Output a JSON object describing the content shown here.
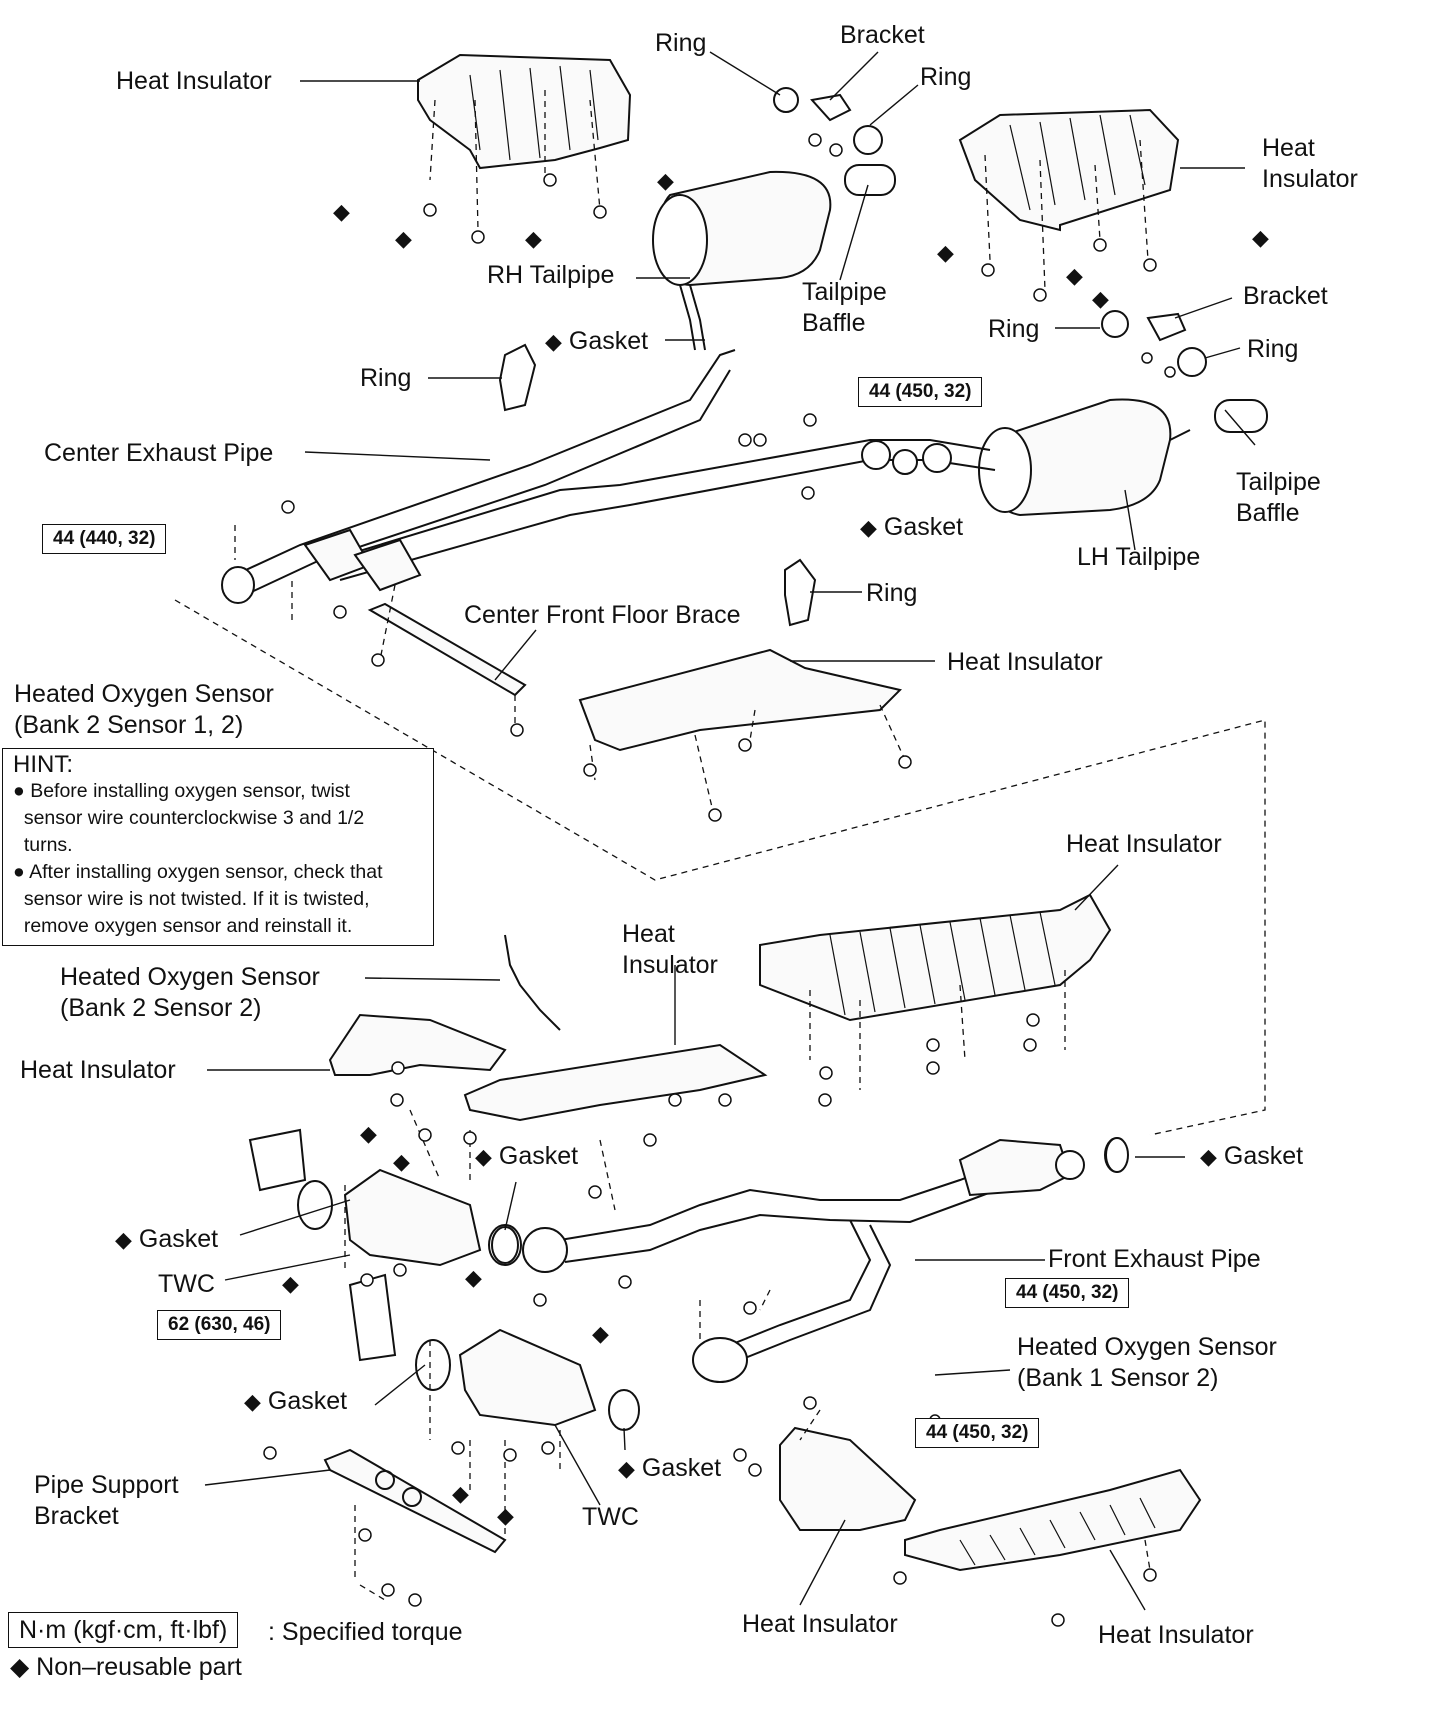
{
  "labels": {
    "ring_top": "Ring",
    "bracket_top": "Bracket",
    "ring_top2": "Ring",
    "heat_insulator_tl": "Heat Insulator",
    "heat_insulator_tr_l1": "Heat",
    "heat_insulator_tr_l2": "Insulator",
    "rh_tailpipe": "RH Tailpipe",
    "tailpipe_baffle_top_l1": "Tailpipe",
    "tailpipe_baffle_top_l2": "Baffle",
    "gasket_upper": "Gasket",
    "ring_left": "Ring",
    "bracket_right": "Bracket",
    "ring_right1": "Ring",
    "ring_right2": "Ring",
    "center_exhaust_pipe": "Center Exhaust Pipe",
    "gasket_middle": "Gasket",
    "tailpipe_baffle_right_l1": "Tailpipe",
    "tailpipe_baffle_right_l2": "Baffle",
    "lh_tailpipe": "LH Tailpipe",
    "ring_middle": "Ring",
    "center_front_floor_brace": "Center Front Floor Brace",
    "heat_insulator_mid": "Heat Insulator",
    "heated_o2_bank2_s12_l1": "Heated Oxygen Sensor",
    "heated_o2_bank2_s12_l2": "(Bank 2 Sensor 1, 2)",
    "heat_insulator_big": "Heat Insulator",
    "heat_insulator_center_l1": "Heat",
    "heat_insulator_center_l2": "Insulator",
    "heated_o2_bank2_s2_l1": "Heated Oxygen Sensor",
    "heated_o2_bank2_s2_l2": "(Bank 2 Sensor 2)",
    "heat_insulator_left": "Heat Insulator",
    "gasket_center": "Gasket",
    "gasket_right": "Gasket",
    "gasket_left": "Gasket",
    "front_exhaust_pipe": "Front Exhaust Pipe",
    "twc_upper": "TWC",
    "heated_o2_bank1_s2_l1": "Heated Oxygen Sensor",
    "heated_o2_bank1_s2_l2": "(Bank 1 Sensor 2)",
    "gasket_lower_left": "Gasket",
    "gasket_lower": "Gasket",
    "pipe_support_bracket_l1": "Pipe Support",
    "pipe_support_bracket_l2": "Bracket",
    "twc_lower": "TWC",
    "heat_insulator_bottom1": "Heat Insulator",
    "heat_insulator_bottom2": "Heat Insulator"
  },
  "torques": {
    "t1": "44 (450, 32)",
    "t2": "44 (440, 32)",
    "t3": "62 (630, 46)",
    "t4": "44 (450, 32)",
    "t5": "44 (450, 32)"
  },
  "hint": {
    "title": "HINT:",
    "line1": "● Before installing oxygen sensor, twist",
    "line2": "  sensor wire counterclockwise 3 and 1/2",
    "line3": "  turns.",
    "line4": "● After installing oxygen sensor, check that",
    "line5": "  sensor wire is not twisted. If it is twisted,",
    "line6": "  remove oxygen sensor and reinstall it."
  },
  "legend": {
    "torque_unit": "N·m (kgf·cm, ft·lbf)",
    "torque_desc": ": Specified torque",
    "nonreusable": "◆ Non–reusable part"
  },
  "symbols": {
    "diamond": "◆"
  }
}
